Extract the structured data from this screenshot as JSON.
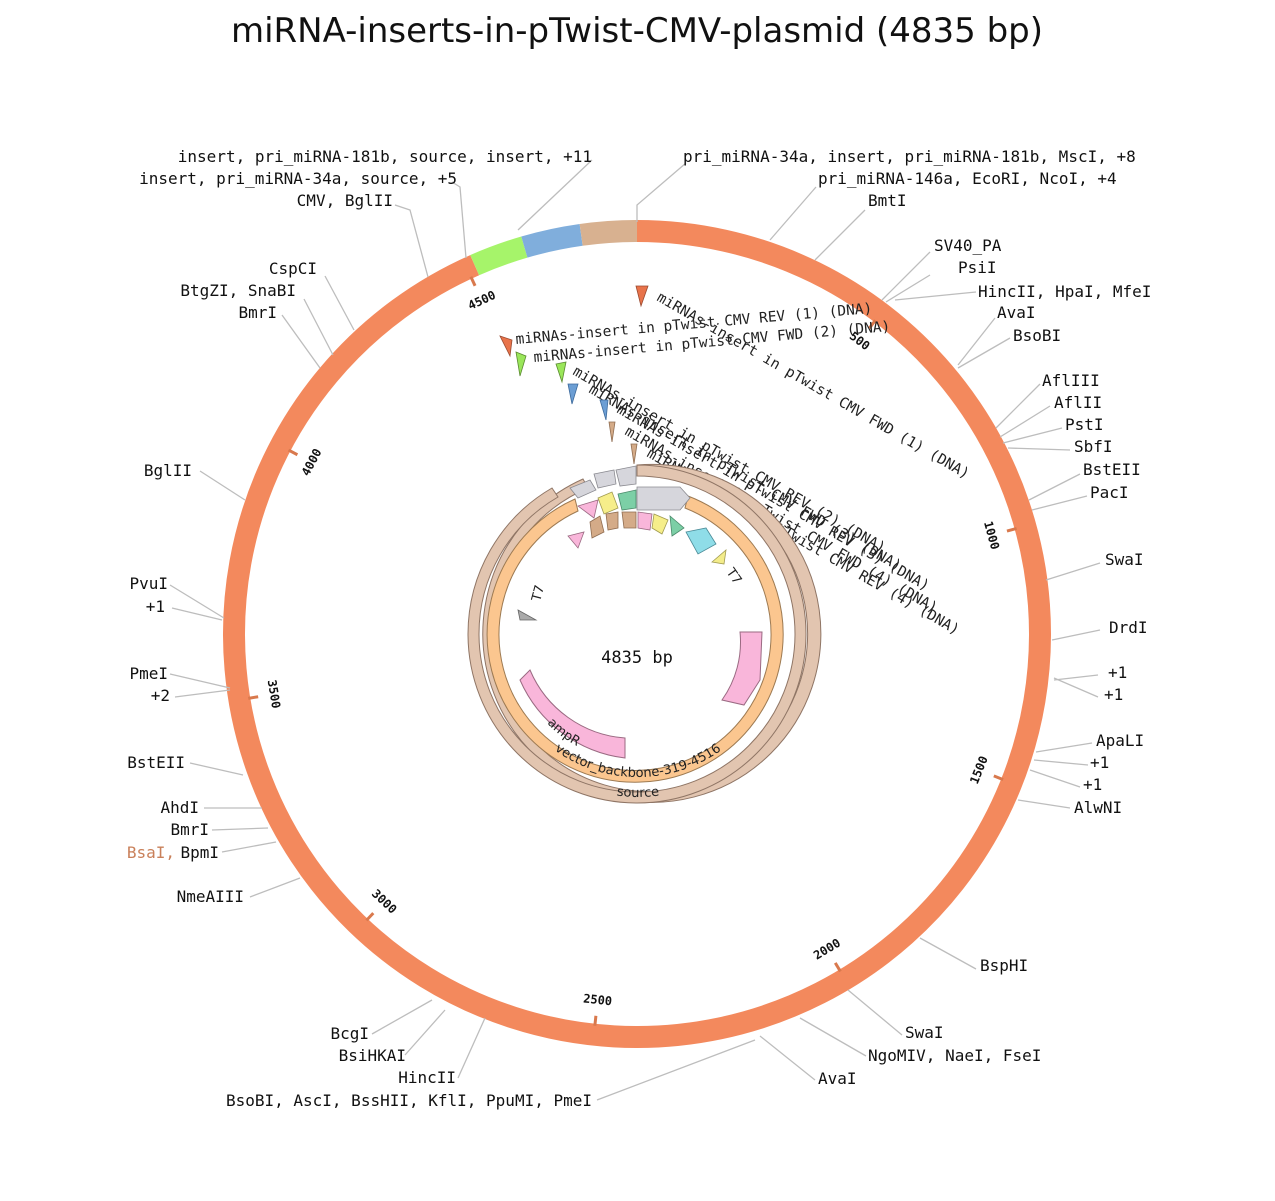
{
  "title": "miRNA-inserts-in-pTwist-CMV-plasmid (4835 bp)",
  "center_label": "4835 bp",
  "plasmid_length": 4835,
  "ring_segments": [
    {
      "name": "backbone",
      "start": 0,
      "end": 4516,
      "color": "#f3895d"
    },
    {
      "name": "pri_miRNA-34a",
      "start": 4516,
      "end": 4617,
      "color": "#a6f46a"
    },
    {
      "name": "pri_miRNA-181b",
      "start": 4617,
      "end": 4728,
      "color": "#80aedc"
    },
    {
      "name": "pri_miRNA-146a",
      "start": 4728,
      "end": 4835,
      "color": "#d8b190"
    }
  ],
  "ticks": [
    "500",
    "1000",
    "1500",
    "2000",
    "2500",
    "3000",
    "3500",
    "4000",
    "4500"
  ],
  "cut_labels_right": [
    {
      "text": "pri_miRNA-34a, insert, pri_miRNA-181b, MscI, +8"
    },
    {
      "text": "pri_miRNA-146a, EcoRI, NcoI, +4"
    },
    {
      "text": "BmtI"
    },
    {
      "text": "SV40_PA"
    },
    {
      "text": "PsiI"
    },
    {
      "text": "HincII, HpaI, MfeI"
    },
    {
      "text": "AvaI"
    },
    {
      "text": "BsoBI"
    },
    {
      "text": "AflIII"
    },
    {
      "text": "AflII"
    },
    {
      "text": "PstI"
    },
    {
      "text": "SbfI"
    },
    {
      "text": "BstEII"
    },
    {
      "text": "PacI"
    },
    {
      "text": "SwaI"
    },
    {
      "text": "DrdI"
    },
    {
      "text": "+1"
    },
    {
      "text": "+1"
    },
    {
      "text": "ApaLI"
    },
    {
      "text": "+1"
    },
    {
      "text": "+1"
    },
    {
      "text": "AlwNI"
    },
    {
      "text": "BspHI"
    },
    {
      "text": "SwaI"
    },
    {
      "text": "NgoMIV, NaeI, FseI"
    },
    {
      "text": "AvaI"
    }
  ],
  "cut_labels_left": [
    {
      "text": "insert, pri_miRNA-181b, source, insert, +11"
    },
    {
      "text": "insert, pri_miRNA-34a, source, +5"
    },
    {
      "text": "CMV, BglII"
    },
    {
      "text": "CspCI"
    },
    {
      "text": "BtgZI, SnaBI"
    },
    {
      "text": "BmrI"
    },
    {
      "text": "BglII"
    },
    {
      "text": "PvuI"
    },
    {
      "text": "+1"
    },
    {
      "text": "PmeI"
    },
    {
      "text": "+2"
    },
    {
      "text": "BstEII"
    },
    {
      "text": "AhdI"
    },
    {
      "text": "BmrI"
    },
    {
      "text": "BsaI,"
    },
    {
      "text": "BpmI"
    },
    {
      "text": "NmeAIII"
    },
    {
      "text": "BcgI"
    },
    {
      "text": "BsiHKAI"
    },
    {
      "text": "HincII"
    },
    {
      "text": "BsoBI, AscI, BssHII, KflI, PpuMI, PmeI"
    }
  ],
  "primers": [
    {
      "text": "miRNAs-insert in pTwist CMV FWD (1) (DNA)",
      "color": "#e8734a"
    },
    {
      "text": "miRNAs-insert in pTwist CMV REV (1) (DNA)",
      "color": "#e8734a"
    },
    {
      "text": "miRNAs-insert in pTwist CMV FWD (2) (DNA)",
      "color": "#9ae65a"
    },
    {
      "text": "miRNAs-insert in pTwist CMV REV (2) (DNA)",
      "color": "#9ae65a"
    },
    {
      "text": "miRNAs-insert in pTwist CMV FWD (3) (DNA)",
      "color": "#6c9ed4"
    },
    {
      "text": "miRNAs-insert in pTwist CMV REV (3) (DNA)",
      "color": "#6c9ed4"
    },
    {
      "text": "miRNAs-insert in pTwist CMV FWD (4) (DNA)",
      "color": "#d4ab88"
    },
    {
      "text": "miRNAs-insert in pTwist CMV REV (4) (DNA)",
      "color": "#d4ab88"
    }
  ],
  "features": [
    {
      "name": "source",
      "label": "source",
      "color": "#e2c5b0"
    },
    {
      "name": "vector_backbone",
      "label": "vector_backbone-319-4516",
      "color": "#fbc68f"
    },
    {
      "name": "ampR",
      "label": "ampR",
      "color": "#f9b6da"
    },
    {
      "name": "T7 (right)",
      "label": "T7",
      "color": "#f3ec8a"
    },
    {
      "name": "T7 (left)",
      "label": "T7",
      "color": "#aaaaaa"
    }
  ]
}
